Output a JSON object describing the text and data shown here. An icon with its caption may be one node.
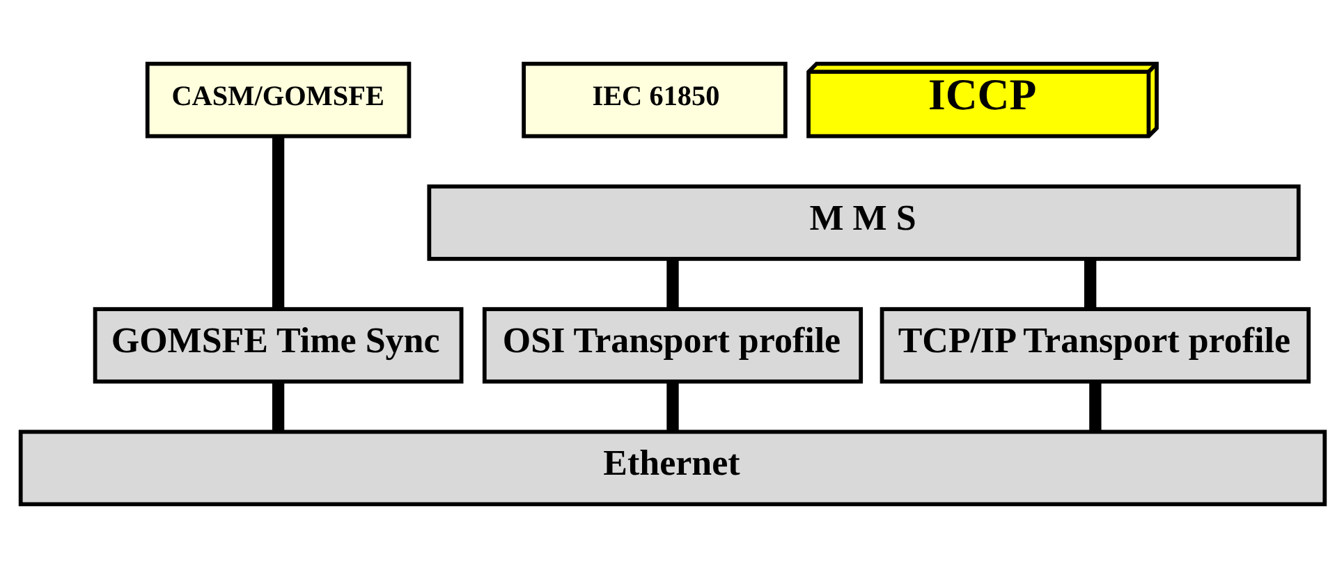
{
  "diagram": {
    "nodes": [
      {
        "text": [
          "CASM/GOMSFE"
        ]
      },
      {
        "text": [
          "IEC 61850"
        ]
      },
      {
        "text": [
          "ICCP"
        ]
      },
      {
        "text": [
          "M M S"
        ]
      },
      {
        "text": [
          "GOMSFE Time Sync"
        ]
      },
      {
        "text": [
          "OSI Transport profile"
        ]
      },
      {
        "text": [
          "TCP/IP Transport profile"
        ]
      },
      {
        "text": [
          "Ethernet"
        ]
      }
    ],
    "edges": [
      {
        "from": 0,
        "to": 4,
        "arrow": "none"
      },
      {
        "from": 3,
        "to": 5,
        "arrow": "none"
      },
      {
        "from": 3,
        "to": 6,
        "arrow": "none"
      },
      {
        "from": 4,
        "to": 7,
        "arrow": "none"
      },
      {
        "from": 5,
        "to": 7,
        "arrow": "none"
      },
      {
        "from": 6,
        "to": 7,
        "arrow": "none"
      }
    ]
  }
}
